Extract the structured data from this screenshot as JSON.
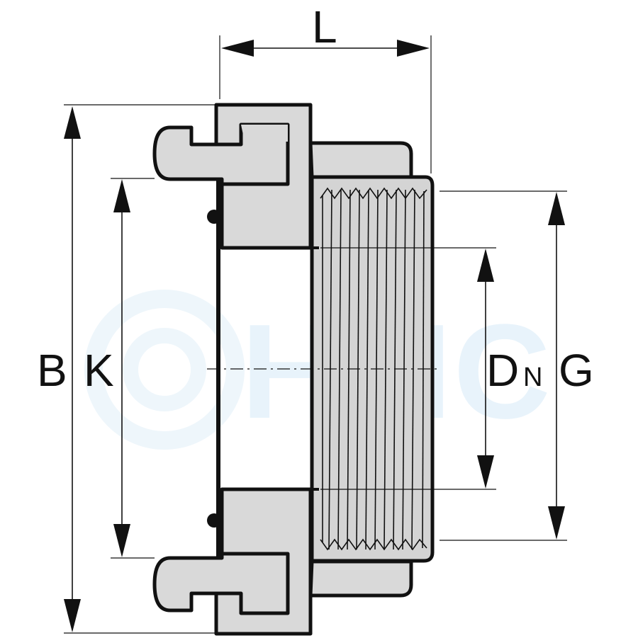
{
  "dimensions": {
    "L": "L",
    "B": "B",
    "K": "K",
    "D": "D",
    "D_sub": "N",
    "G": "G"
  },
  "colors": {
    "part_fill": "#d9d9d9",
    "outline": "#111111",
    "thread_fill": "#d4d4d4",
    "seal_fill": "#111111",
    "watermark": "#e8f3fb"
  }
}
